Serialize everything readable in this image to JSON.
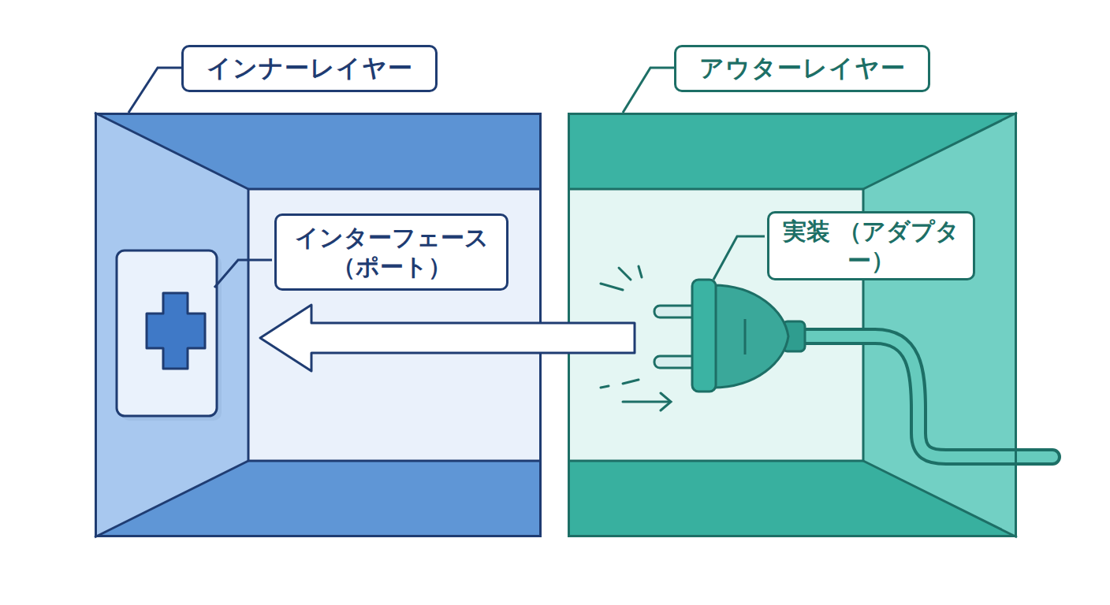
{
  "diagram": {
    "nodes": [
      {
        "text": [
          "インナーレイヤー"
        ]
      },
      {
        "text": [
          "インターフェース （ポート）"
        ],
        "in": 0
      },
      {
        "text": [
          "アウターレイヤー"
        ]
      },
      {
        "text": [
          "実装 （アダプター）"
        ],
        "in": 2
      }
    ],
    "edges": [
      {
        "from": 2,
        "to": 0,
        "arrow": "to"
      }
    ]
  }
}
